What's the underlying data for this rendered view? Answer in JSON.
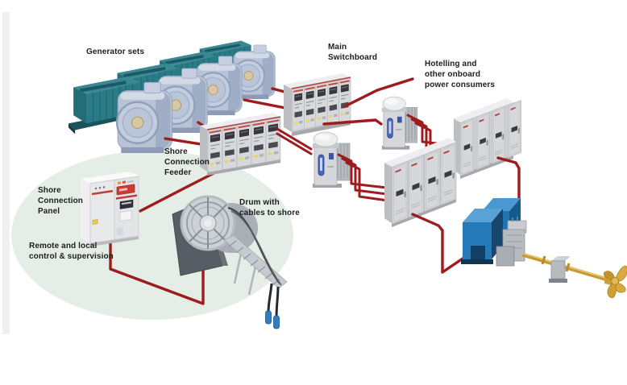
{
  "diagram": {
    "labels": {
      "generator_sets": "Generator sets",
      "main_switchboard": "Main\nSwitchboard",
      "hotelling": "Hotelling and\nother onboard\npower consumers",
      "shore_connection_feeder": "Shore\nConnection\nFeeder",
      "shore_connection_panel": "Shore\nConnection\nPanel",
      "remote_control": "Remote and local\ncontrol & supervision",
      "drum": "Drum with\ncables to shore"
    },
    "colors": {
      "background": "#ffffff",
      "cable_red": "#9e1b1e",
      "engine_teal": "#2a7b86",
      "generator_blue_gray": "#b9c3d6",
      "cabinet_gray": "#d8d9dc",
      "shore_zone_green": "#e5eee6",
      "motor_blue": "#2173b1",
      "propulsion_gold": "#cf9f35",
      "shore_cable_plug_blue": "#2f7fc2"
    }
  }
}
